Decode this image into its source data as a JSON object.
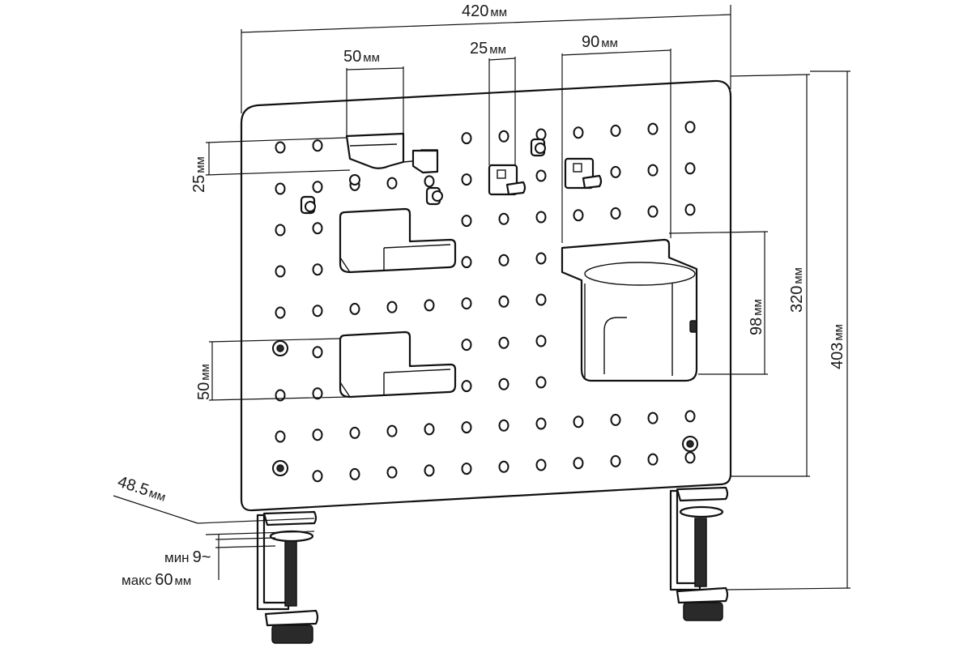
{
  "dimensions": {
    "width": {
      "value": "420",
      "unit": "мм"
    },
    "hook_small_width": {
      "value": "50",
      "unit": "мм"
    },
    "hook_strip_width": {
      "value": "25",
      "unit": "мм"
    },
    "cup_holder_width": {
      "value": "90",
      "unit": "мм"
    },
    "hook_small_height": {
      "value": "25",
      "unit": "мм"
    },
    "shelf_height": {
      "value": "50",
      "unit": "мм"
    },
    "cup_holder_height": {
      "value": "98",
      "unit": "мм"
    },
    "panel_height": {
      "value": "320",
      "unit": "мм"
    },
    "total_height": {
      "value": "403",
      "unit": "мм"
    },
    "clamp_depth": {
      "value": "48.5",
      "unit": "мм"
    }
  },
  "clamp_range": {
    "min_label": "мин",
    "min_value": "9",
    "tilde": "~",
    "max_label": "макс",
    "max_value": "60",
    "unit": "мм"
  }
}
